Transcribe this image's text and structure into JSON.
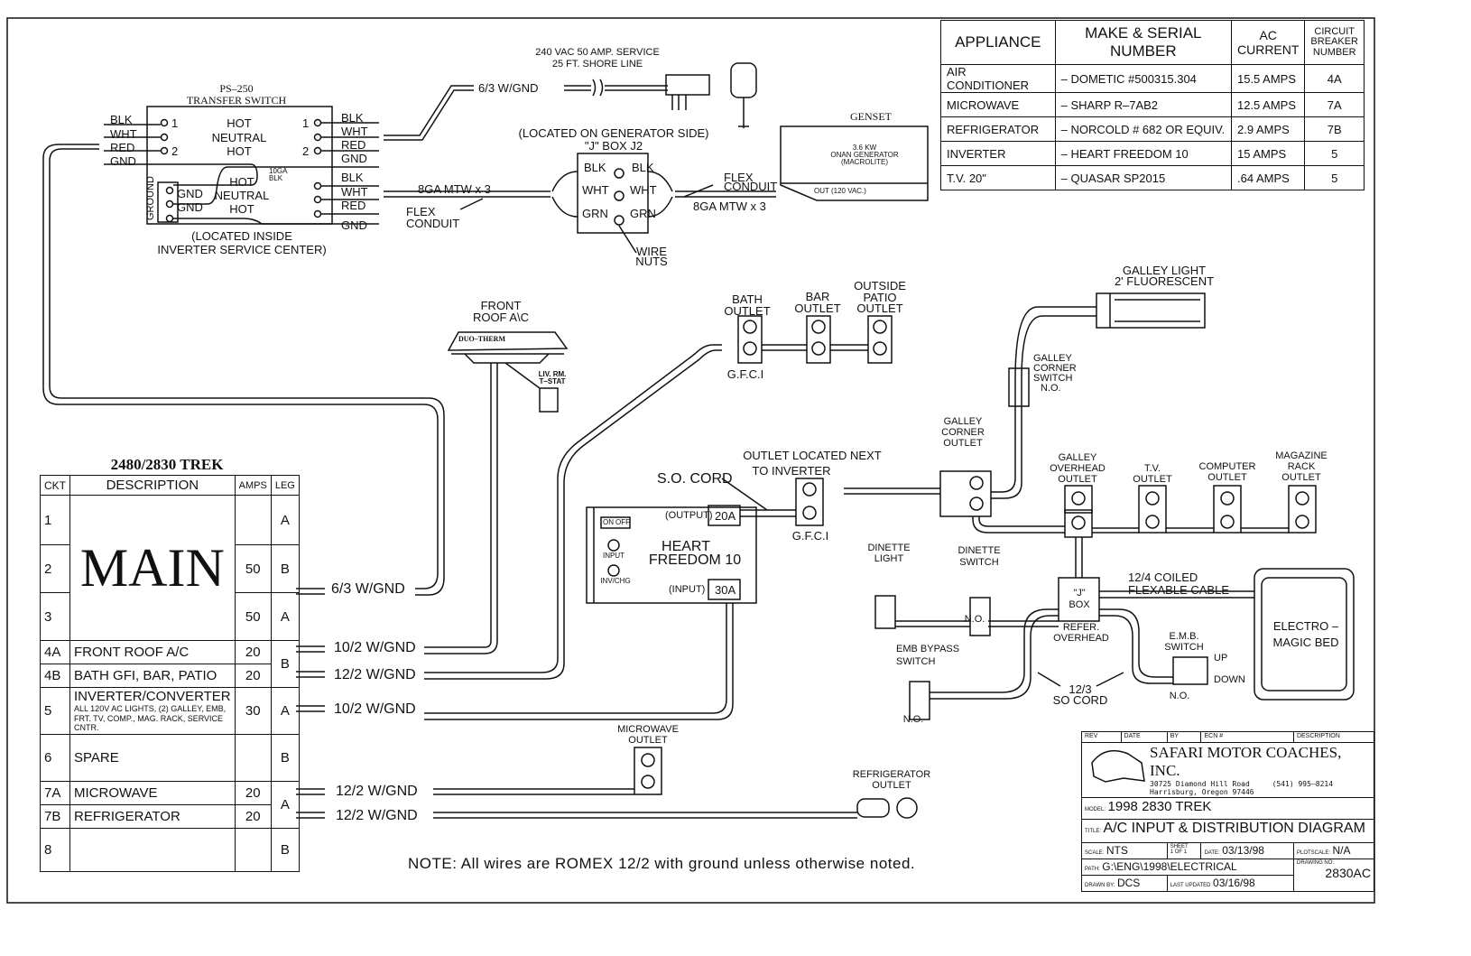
{
  "drawing": {
    "note": "NOTE: All wires are ROMEX 12/2 with ground unless otherwise noted."
  },
  "appliance_table": {
    "headers": [
      "APPLIANCE",
      "MAKE & SERIAL NUMBER",
      "AC CURRENT",
      "CIRCUIT BREAKER NUMBER"
    ],
    "rows": [
      {
        "appliance": "AIR CONDITIONER",
        "make": "– DOMETIC #500315.304",
        "current": "15.5 AMPS",
        "breaker": "4A"
      },
      {
        "appliance": "MICROWAVE",
        "make": "– SHARP R–7AB2",
        "current": "12.5 AMPS",
        "breaker": "7A"
      },
      {
        "appliance": "REFRIGERATOR",
        "make": "– NORCOLD # 682 OR EQUIV.",
        "current": "2.9 AMPS",
        "breaker": "7B"
      },
      {
        "appliance": "INVERTER",
        "make": "– HEART FREEDOM 10",
        "current": "15 AMPS",
        "breaker": "5"
      },
      {
        "appliance": "T.V. 20\"",
        "make": "– QUASAR SP2015",
        "current": ".64 AMPS",
        "breaker": "5"
      }
    ]
  },
  "transfer_switch": {
    "title1": "PS–250",
    "title2": "TRANSFER SWITCH",
    "top_labels": [
      "HOT",
      "NEUTRAL",
      "HOT"
    ],
    "bottom_labels": [
      "HOT",
      "NEUTRAL",
      "HOT"
    ],
    "left_wires": [
      "BLK",
      "WHT",
      "RED",
      "GND"
    ],
    "right_wires_top": [
      "BLK",
      "WHT",
      "RED",
      "GND"
    ],
    "right_wires_bottom": [
      "BLK",
      "WHT",
      "RED",
      "GND"
    ],
    "ground_label": "GROUND",
    "gnd": "GND",
    "gauge": "10GA BLK",
    "pin1": "1",
    "pin2": "2",
    "location1": "(LOCATED INSIDE",
    "location2": "INVERTER SERVICE CENTER)"
  },
  "shore": {
    "line1": "240 VAC 50 AMP. SERVICE",
    "line2": "25 FT. SHORE LINE",
    "wire": "6/3 W/GND"
  },
  "jbox": {
    "location": "(LOCATED ON GENERATOR SIDE)",
    "title": "\"J\" BOX  J2",
    "left": [
      "BLK",
      "WHT",
      "GRN"
    ],
    "right": [
      "BLK",
      "WHT",
      "GRN"
    ],
    "wire_nuts1": "WIRE",
    "wire_nuts2": "NUTS",
    "wire_left": "8GA MTW x 3",
    "flex1": "FLEX",
    "flex2": "CONDUIT",
    "wire_right": "8GA MTW x 3"
  },
  "genset": {
    "title": "GENSET",
    "line1": "3.6 KW",
    "line2": "ONAN GENERATOR",
    "line3": "(MACROLITE)",
    "out": "OUT (120 VAC.)"
  },
  "breaker_panel": {
    "title": "2480/2830 TREK",
    "headers": [
      "CKT",
      "DESCRIPTION",
      "AMPS",
      "LEG"
    ],
    "main_label": "MAIN",
    "rows": [
      {
        "ckt": "1",
        "desc": "",
        "sub": "",
        "amps": "",
        "leg": "A"
      },
      {
        "ckt": "2",
        "desc": "",
        "sub": "",
        "amps": "50",
        "leg": "B"
      },
      {
        "ckt": "3",
        "desc": "",
        "sub": "",
        "amps": "50",
        "leg": "A"
      },
      {
        "ckt": "4A",
        "desc": "FRONT ROOF A/C",
        "sub": "",
        "amps": "20",
        "leg": "B"
      },
      {
        "ckt": "4B",
        "desc": "BATH GFI, BAR, PATIO",
        "sub": "",
        "amps": "20",
        "leg": ""
      },
      {
        "ckt": "5",
        "desc": "INVERTER/CONVERTER",
        "sub": "ALL 120V AC LIGHTS, (2) GALLEY, EMB, FRT. TV, COMP., MAG. RACK, SERVICE CNTR.",
        "amps": "30",
        "leg": "A"
      },
      {
        "ckt": "6",
        "desc": "SPARE",
        "sub": "",
        "amps": "",
        "leg": "B"
      },
      {
        "ckt": "7A",
        "desc": "MICROWAVE",
        "sub": "",
        "amps": "20",
        "leg": "A"
      },
      {
        "ckt": "7B",
        "desc": "REFRIGERATOR",
        "sub": "",
        "amps": "20",
        "leg": ""
      },
      {
        "ckt": "8",
        "desc": "",
        "sub": "",
        "amps": "",
        "leg": "B"
      }
    ]
  },
  "wire_labels": {
    "main": "6/3 W/GND",
    "ac": "10/2 W/GND",
    "bath": "12/2 W/GND",
    "inverter": "10/2 W/GND",
    "microwave": "12/2 W/GND",
    "refrigerator": "12/2 W/GND"
  },
  "roof_ac": {
    "label1": "FRONT",
    "label2": "ROOF A\\C",
    "brand": "DUO–THERM",
    "tstat1": "LIV. RM.",
    "tstat2": "T–STAT"
  },
  "outlets_top": {
    "bath1": "BATH",
    "bath2": "OUTLET",
    "bar1": "BAR",
    "bar2": "OUTLET",
    "patio1": "OUTSIDE",
    "patio2": "PATIO",
    "patio3": "OUTLET",
    "gfci": "G.F.C.I"
  },
  "inverter": {
    "name1": "HEART",
    "name2": "FREEDOM  10",
    "output": "(OUTPUT)",
    "output_amps": "20A",
    "input": "(INPUT)",
    "input_amps": "30A",
    "on": "ON",
    "off": "OFF",
    "input_btn": "INPUT",
    "invchg_btn": "INV/CHG",
    "so_cord": "S.O. CORD",
    "outlet1": "OUTLET LOCATED NEXT",
    "outlet2": "TO INVERTER",
    "gfci": "G.F.C.I"
  },
  "galley": {
    "light1": "GALLEY LIGHT",
    "light2": "2' FLUORESCENT",
    "switch1": "GALLEY",
    "switch2": "CORNER",
    "switch3": "SWITCH",
    "switch4": "N.O.",
    "corner1": "GALLEY",
    "corner2": "CORNER",
    "corner3": "OUTLET",
    "overhead1": "GALLEY",
    "overhead2": "OVERHEAD",
    "overhead3": "OUTLET",
    "tv1": "T.V.",
    "tv2": "OUTLET",
    "comp1": "COMPUTER",
    "comp2": "OUTLET",
    "mag1": "MAGAZINE",
    "mag2": "RACK",
    "mag3": "OUTLET"
  },
  "lower_right": {
    "dinette_light1": "DINETTE",
    "dinette_light2": "LIGHT",
    "dinette_switch1": "DINETTE",
    "dinette_switch2": "SWITCH",
    "no": "N.O.",
    "jbox1": "\"J\"",
    "jbox2": "BOX",
    "refer1": "REFER.",
    "refer2": "OVERHEAD",
    "cable1": "12/4  COILED",
    "cable2": "FLEXABLE  CABLE",
    "bed1": "ELECTRO –",
    "bed2": "MAGIC BED",
    "emb_bypass1": "EMB  BYPASS",
    "emb_bypass2": "SWITCH",
    "emb_switch1": "E.M.B.",
    "emb_switch2": "SWITCH",
    "up": "UP",
    "down": "DOWN",
    "so1": "12/3",
    "so2": "SO CORD"
  },
  "microwave_outlet": {
    "l1": "MICROWAVE",
    "l2": "OUTLET"
  },
  "refrigerator_outlet": {
    "l1": "REFRIGERATOR",
    "l2": "OUTLET"
  },
  "title_block": {
    "rev_headers": [
      "REV",
      "DATE",
      "BY",
      "ECN #",
      "DESCRIPTION"
    ],
    "company": "SAFARI MOTOR COACHES, INC.",
    "address1": "30725 Diamond Hill Road",
    "address2": "Harrisburg, Oregon 97446",
    "phone": "(541) 995–8214",
    "model_label": "MODEL:",
    "model": "1998 2830 TREK",
    "title_label": "TITLE:",
    "title": "A/C INPUT & DISTRIBUTION DIAGRAM",
    "scale_label": "SCALE:",
    "scale": "NTS",
    "sheet_label": "SHEET",
    "sheet": "1 OF 1",
    "date_label": "DATE:",
    "date": "03/13/98",
    "plotscale_label": "PLOTSCALE:",
    "plotscale": "N/A",
    "path_label": "PATH:",
    "path": "G:\\ENG\\1998\\ELECTRICAL",
    "drawing_no_label": "DRAWING NO:",
    "drawing_no": "2830AC",
    "drawn_by_label": "DRAWN BY:",
    "drawn_by": "DCS",
    "last_updated_label": "LAST UPDATED",
    "last_updated": "03/16/98"
  }
}
